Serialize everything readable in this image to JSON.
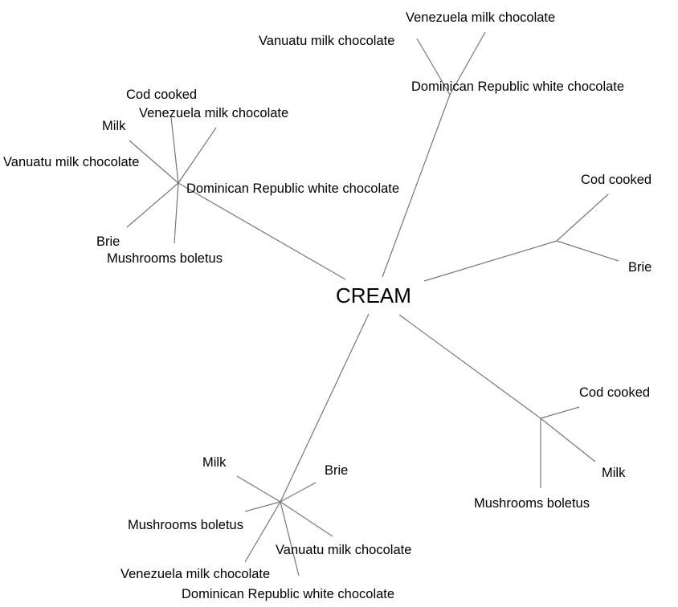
{
  "root": "CREAM",
  "branches": [
    {
      "name": "top",
      "leaves": [
        "Vanuatu milk chocolate",
        "Venezuela milk chocolate",
        "Dominican Republic white chocolate"
      ]
    },
    {
      "name": "upper-left",
      "leaves": [
        "Cod cooked",
        "Venezuela milk chocolate",
        "Milk",
        "Vanuatu milk chocolate",
        "Dominican Republic white chocolate",
        "Brie",
        "Mushrooms boletus"
      ]
    },
    {
      "name": "right",
      "leaves": [
        "Cod cooked",
        "Brie"
      ]
    },
    {
      "name": "lower-right",
      "leaves": [
        "Cod cooked",
        "Milk",
        "Mushrooms boletus"
      ]
    },
    {
      "name": "bottom",
      "leaves": [
        "Milk",
        "Brie",
        "Mushrooms boletus",
        "Vanuatu milk chocolate",
        "Venezuela milk chocolate",
        "Dominican Republic white chocolate"
      ]
    }
  ]
}
